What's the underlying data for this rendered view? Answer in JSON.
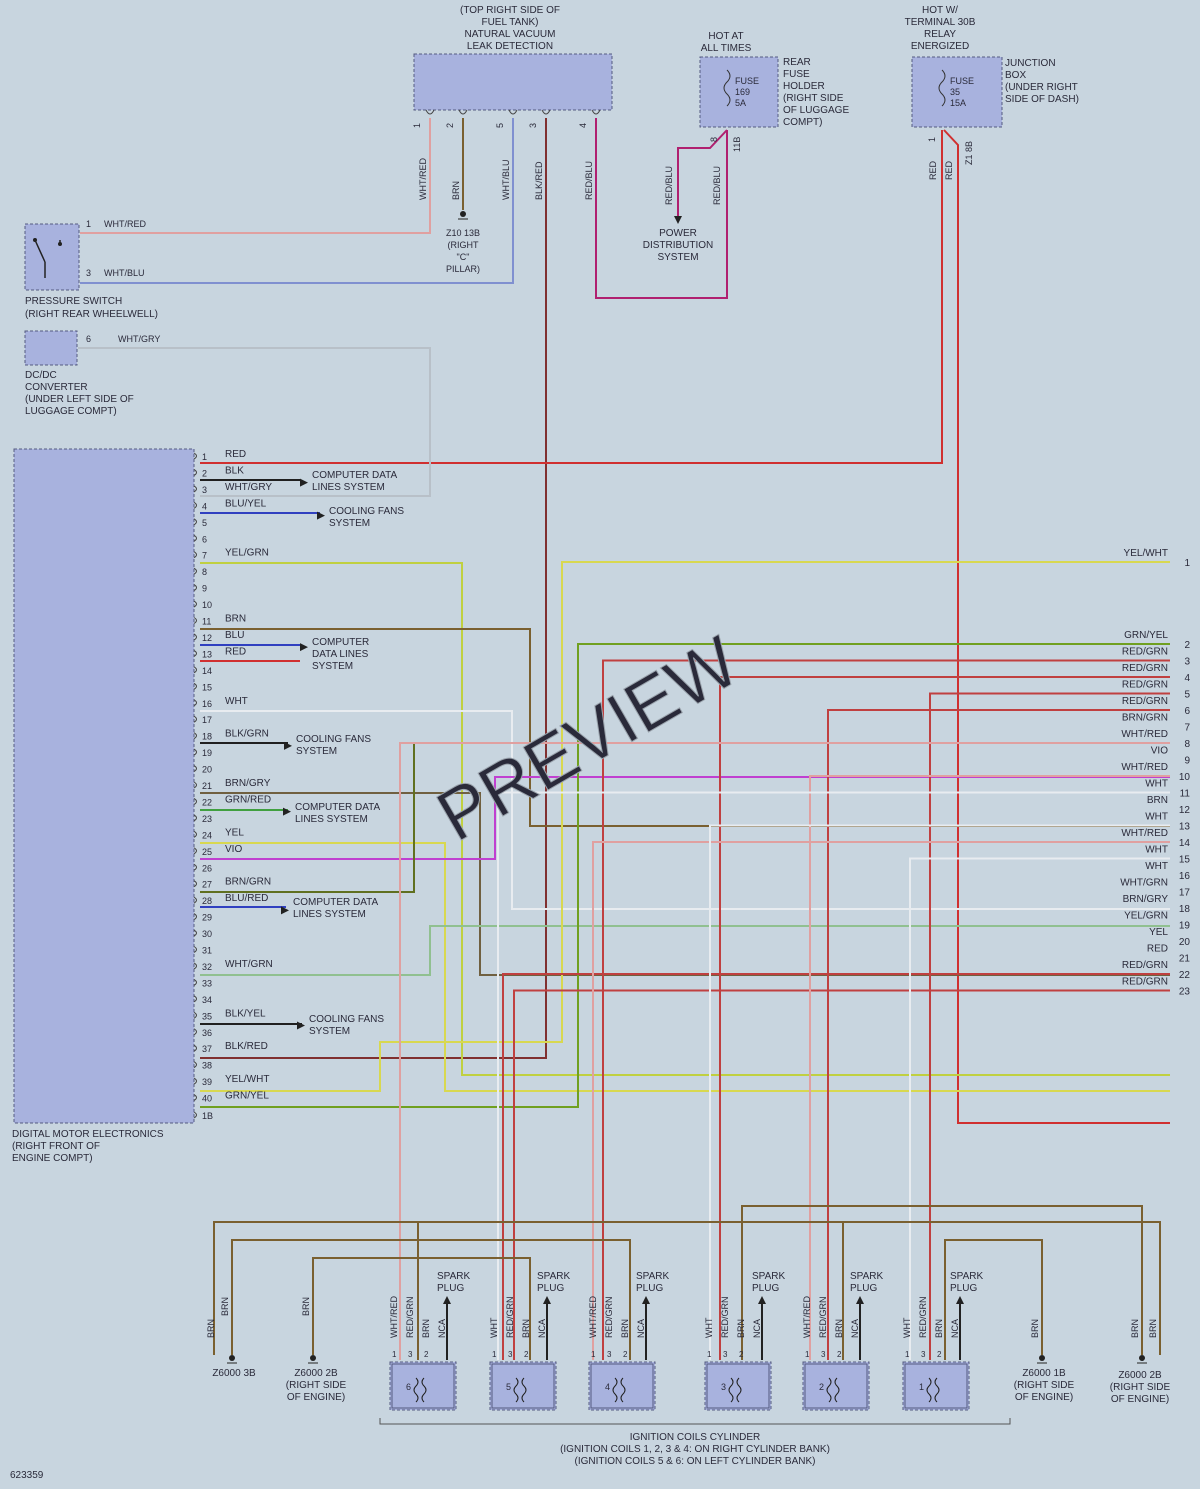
{
  "diagram": {
    "header_components": {
      "nvld": [
        "(TOP RIGHT SIDE OF",
        "FUEL TANK)",
        "NATURAL VACUUM",
        "LEAK DETECTION"
      ],
      "hot_at_all_times": [
        "HOT AT",
        "ALL TIMES"
      ],
      "hot_relay": [
        "HOT W/",
        "TERMINAL 30B",
        "RELAY",
        "ENERGIZED"
      ],
      "rear_fuse_holder": [
        "REAR",
        "FUSE",
        "HOLDER",
        "(RIGHT SIDE",
        "OF LUGGAGE",
        "COMPT)"
      ],
      "fuse_169": [
        "FUSE",
        "169",
        "5A"
      ],
      "junction_box": [
        "JUNCTION",
        "BOX",
        "(UNDER RIGHT",
        "SIDE OF DASH)"
      ],
      "fuse_35": [
        "FUSE",
        "35",
        "15A"
      ]
    },
    "nvld_pins": [
      "1",
      "2",
      "5",
      "3",
      "4"
    ],
    "nvld_wires": [
      "WHT/RED",
      "BRN",
      "WHT/BLU",
      "BLK/RED",
      "RED/BLU"
    ],
    "fuse169_pin": "8",
    "fuse169_code": "11B",
    "fuse169_wires": [
      "RED/BLU",
      "RED/BLU"
    ],
    "fuse35_pin": "1",
    "fuse35_code": "Z1 8B",
    "fuse35_wires": [
      "RED",
      "RED"
    ],
    "ground_z10": [
      "Z10 13B",
      "(RIGHT",
      "\"C\"",
      "PILLAR)"
    ],
    "power_distribution": [
      "POWER",
      "DISTRIBUTION",
      "SYSTEM"
    ],
    "pressure_switch": {
      "label": [
        "PRESSURE SWITCH",
        "(RIGHT REAR WHEELWELL)"
      ],
      "pins": [
        "1",
        "3"
      ],
      "wires": [
        "WHT/RED",
        "WHT/BLU"
      ]
    },
    "dcdc": {
      "label": [
        "DC/DC",
        "CONVERTER",
        "(UNDER LEFT SIDE OF",
        "LUGGAGE COMPT)"
      ],
      "pin": "6",
      "wire": "WHT/GRY"
    },
    "dme": {
      "label": [
        "DIGITAL MOTOR ELECTRONICS",
        "(RIGHT FRONT OF",
        "ENGINE COMPT)"
      ],
      "pins": [
        "1",
        "2",
        "3",
        "4",
        "5",
        "6",
        "7",
        "8",
        "9",
        "10",
        "11",
        "12",
        "13",
        "14",
        "15",
        "16",
        "17",
        "18",
        "19",
        "20",
        "21",
        "22",
        "23",
        "24",
        "25",
        "26",
        "27",
        "28",
        "29",
        "30",
        "31",
        "32",
        "33",
        "34",
        "35",
        "36",
        "37",
        "38",
        "39",
        "40",
        "1B"
      ],
      "wires": {
        "1": "RED",
        "2": "BLK",
        "3": "WHT/GRY",
        "4": "BLU/YEL",
        "7": "YEL/GRN",
        "11": "BRN",
        "12": "BLU",
        "13": "RED",
        "16": "WHT",
        "18": "BLK/GRN",
        "21": "BRN/GRY",
        "22": "GRN/RED",
        "24": "YEL",
        "25": "VIO",
        "27": "BRN/GRN",
        "28": "BLU/RED",
        "32": "WHT/GRN",
        "35": "BLK/YEL",
        "37": "BLK/RED",
        "39": "YEL/WHT",
        "40": "GRN/YEL"
      },
      "refs": {
        "computer_data_1": [
          "COMPUTER DATA",
          "LINES SYSTEM"
        ],
        "cooling_fans_1": [
          "COOLING FANS",
          "SYSTEM"
        ],
        "computer_data_2": [
          "COMPUTER",
          "DATA LINES",
          "SYSTEM"
        ],
        "cooling_fans_2": [
          "COOLING FANS",
          "SYSTEM"
        ],
        "computer_data_3": [
          "COMPUTER DATA",
          "LINES SYSTEM"
        ],
        "computer_data_4": [
          "COMPUTER DATA",
          "LINES SYSTEM"
        ],
        "cooling_fans_3": [
          "COOLING FANS",
          "SYSTEM"
        ]
      }
    },
    "right_lines": [
      {
        "num": "1",
        "wire": "YEL/WHT"
      },
      {
        "num": "2",
        "wire": "GRN/YEL"
      },
      {
        "num": "3",
        "wire": "RED/GRN"
      },
      {
        "num": "4",
        "wire": "RED/GRN"
      },
      {
        "num": "5",
        "wire": "RED/GRN"
      },
      {
        "num": "6",
        "wire": "RED/GRN"
      },
      {
        "num": "7",
        "wire": "BRN/GRN"
      },
      {
        "num": "8",
        "wire": "WHT/RED"
      },
      {
        "num": "9",
        "wire": "VIO"
      },
      {
        "num": "10",
        "wire": "WHT/RED"
      },
      {
        "num": "11",
        "wire": "WHT"
      },
      {
        "num": "12",
        "wire": "BRN"
      },
      {
        "num": "13",
        "wire": "WHT"
      },
      {
        "num": "14",
        "wire": "WHT/RED"
      },
      {
        "num": "15",
        "wire": "WHT"
      },
      {
        "num": "16",
        "wire": "WHT"
      },
      {
        "num": "17",
        "wire": "WHT/GRN"
      },
      {
        "num": "18",
        "wire": "BRN/GRY"
      },
      {
        "num": "19",
        "wire": "YEL/GRN"
      },
      {
        "num": "20",
        "wire": "YEL"
      },
      {
        "num": "21",
        "wire": "RED"
      },
      {
        "num": "22",
        "wire": "RED/GRN"
      },
      {
        "num": "23",
        "wire": "RED/GRN"
      }
    ],
    "coils": [
      {
        "num": "6",
        "wires": [
          "WHT/RED",
          "RED/GRN",
          "BRN",
          "NCA"
        ]
      },
      {
        "num": "5",
        "wires": [
          "WHT",
          "RED/GRN",
          "BRN",
          "NCA"
        ]
      },
      {
        "num": "4",
        "wires": [
          "WHT/RED",
          "RED/GRN",
          "BRN",
          "NCA"
        ]
      },
      {
        "num": "3",
        "wires": [
          "WHT",
          "RED/GRN",
          "BRN",
          "NCA"
        ]
      },
      {
        "num": "2",
        "wires": [
          "WHT/RED",
          "RED/GRN",
          "BRN",
          "NCA"
        ]
      },
      {
        "num": "1",
        "wires": [
          "WHT",
          "RED/GRN",
          "BRN",
          "NCA"
        ]
      }
    ],
    "coil_pins": [
      "1",
      "3",
      "2"
    ],
    "spark_plug": [
      "SPARK",
      "PLUG"
    ],
    "ground_brn": "BRN",
    "grounds": {
      "z6000_3b": [
        "Z6000 3B"
      ],
      "z6000_2b_left": [
        "Z6000 2B",
        "(RIGHT SIDE",
        "OF ENGINE)"
      ],
      "z6000_1b": [
        "Z6000 1B",
        "(RIGHT SIDE",
        "OF ENGINE)"
      ],
      "z6000_2b_right": [
        "Z6000 2B",
        "(RIGHT SIDE",
        "OF ENGINE)"
      ]
    },
    "ignition_label": [
      "IGNITION COILS CYLINDER",
      "(IGNITION COILS 1, 2, 3 & 4: ON RIGHT CYLINDER BANK)",
      "(IGNITION COILS 5 & 6: ON LEFT CYLINDER BANK)"
    ],
    "figure_id": "623359",
    "watermark": "PREVIEW",
    "colors": {
      "red": "#d03030",
      "brn": "#7a6030",
      "yel": "#d8d850",
      "wht": "#e8ecf0",
      "vio": "#c040d0",
      "grn": "#40a040",
      "blu": "#3040c0",
      "gry": "#b0b8c0",
      "blk": "#202020",
      "redblu": "#b02070",
      "redgrn": "#c04040",
      "brngrn": "#607020",
      "brngry": "#706040",
      "grnyel": "#70a020",
      "yelgrn": "#c0d040",
      "wht_red": "#e0a0a0",
      "wht_blu": "#8090d0",
      "wht_grn": "#90c090",
      "wht_gry": "#b8c0c8",
      "blk_red": "#803030",
      "component": "#a8b2de"
    }
  }
}
